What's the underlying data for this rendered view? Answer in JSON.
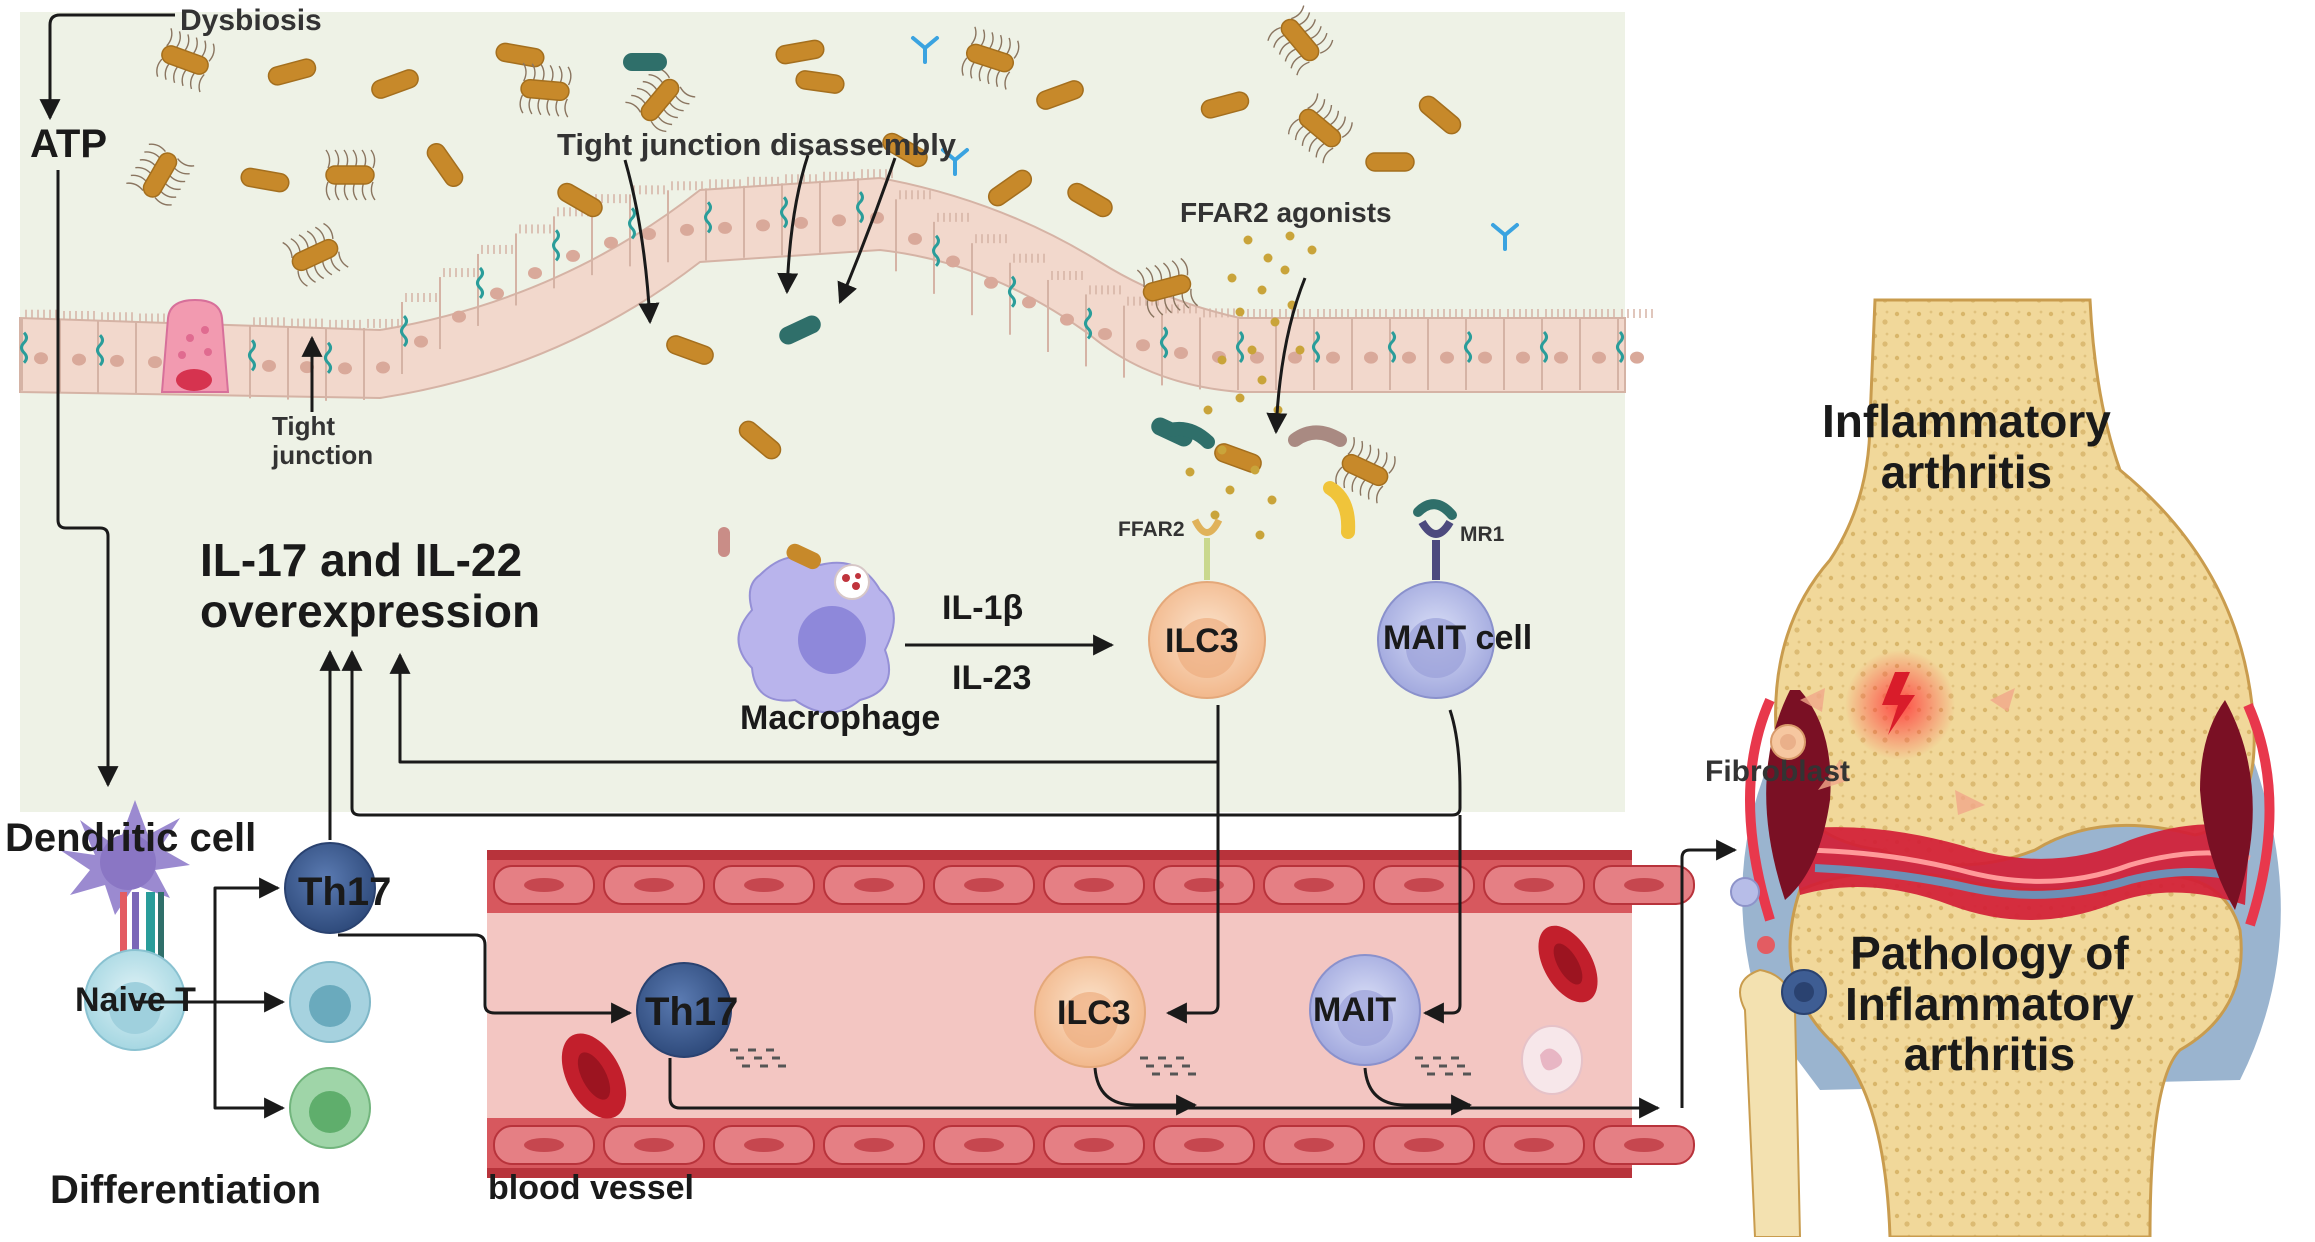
{
  "colors": {
    "lumen_bg": "#eef2e6",
    "epithelium": "#f2d8cc",
    "nucleus": "#d9a99a",
    "tight_junction": "#2a9d9a",
    "bacteria": "#c7892a",
    "bacteria_teal": "#2f6f6a",
    "vessel_wall": "#d7585e",
    "vessel_lumen": "#f3c6c2",
    "blood_cell": "#c21f2c",
    "th17": "#3e5d93",
    "ilc3": "#f6c7a0",
    "mait": "#b7bde8",
    "macrophage": "#b9b4ec",
    "bone": "#f1d89a",
    "cartilage": "#c7152d",
    "synovium": "#8fb3cf",
    "arrow": "#1a1a1a"
  },
  "labels": {
    "dysbiosis": "Dysbiosis",
    "atp": "ATP",
    "tight_junction_disassembly": "Tight junction disassembly",
    "ffar2_agonists": "FFAR2 agonists",
    "tight_junction": "Tight\njunction",
    "il17_il22": "IL-17 and IL-22\noverexpression",
    "ffar2": "FFAR2",
    "mr1": "MR1",
    "il1b": "IL-1β",
    "il23": "IL-23",
    "macrophage": "Macrophage",
    "ilc3": "ILC3",
    "mait_cell": "MAIT cell",
    "dendritic_cell": "Dendritic cell",
    "th17": "Th17",
    "naive_t": "Naive T",
    "differentiation": "Differentiation",
    "blood_vessel": "blood vessel",
    "th17_blood": "Th17",
    "ilc3_blood": "ILC3",
    "mait_blood": "MAIT",
    "inflammatory_arthritis": "Inflammatory\narthritis",
    "fibroblast": "Fibroblast",
    "pathology": "Pathology of\nInflammatory\narthritis"
  }
}
